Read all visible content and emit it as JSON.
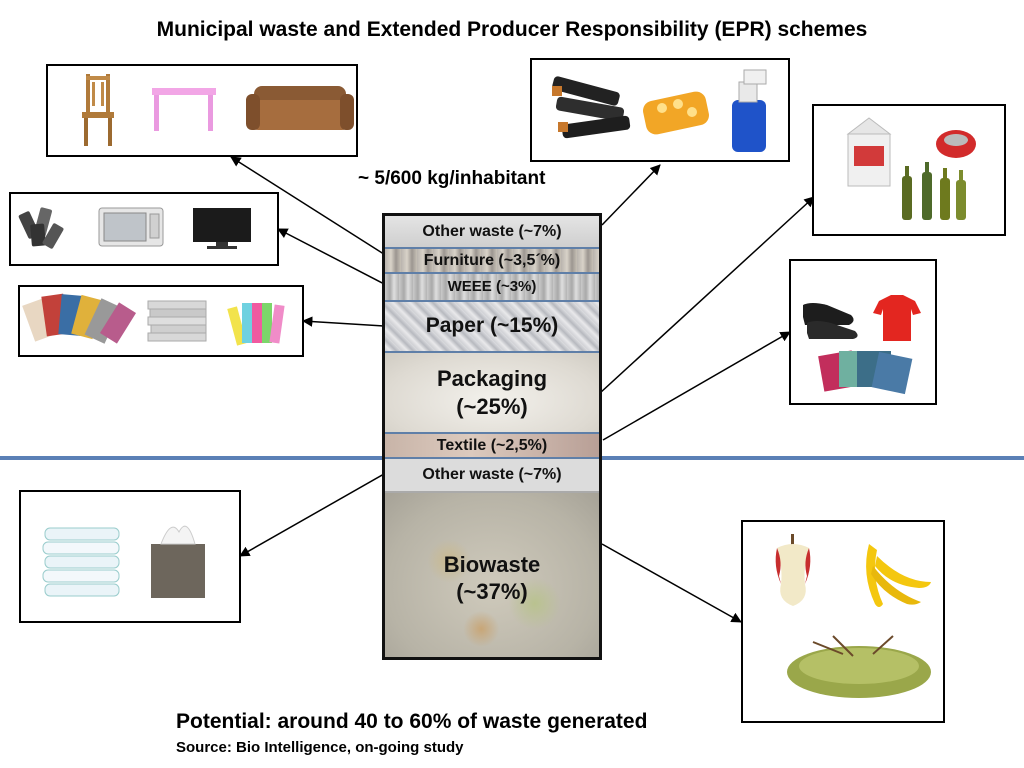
{
  "title": "Municipal waste and Extended Producer Responsibility (EPR) schemes",
  "per_inhabitant": "~ 5/600 kg/inhabitant",
  "segments": {
    "other_waste_top": "Other waste (~7%)",
    "furniture": "Furniture (~3,5´%)",
    "weee": "WEEE (~3%)",
    "paper": "Paper (~15%)",
    "packaging_line1": "Packaging",
    "packaging_line2": "(~25%)",
    "textile": "Textile (~2,5%)",
    "other_waste_bottom": "Other waste (~7%)",
    "biowaste_line1": "Biowaste",
    "biowaste_line2": "(~37%)"
  },
  "footer": {
    "potential": "Potential: around 40 to 60% of waste generated",
    "source": "Source: Bio Intelligence, on-going study"
  },
  "colors": {
    "divider": "#5b80b6",
    "segment_border": "#5f7fa8"
  }
}
